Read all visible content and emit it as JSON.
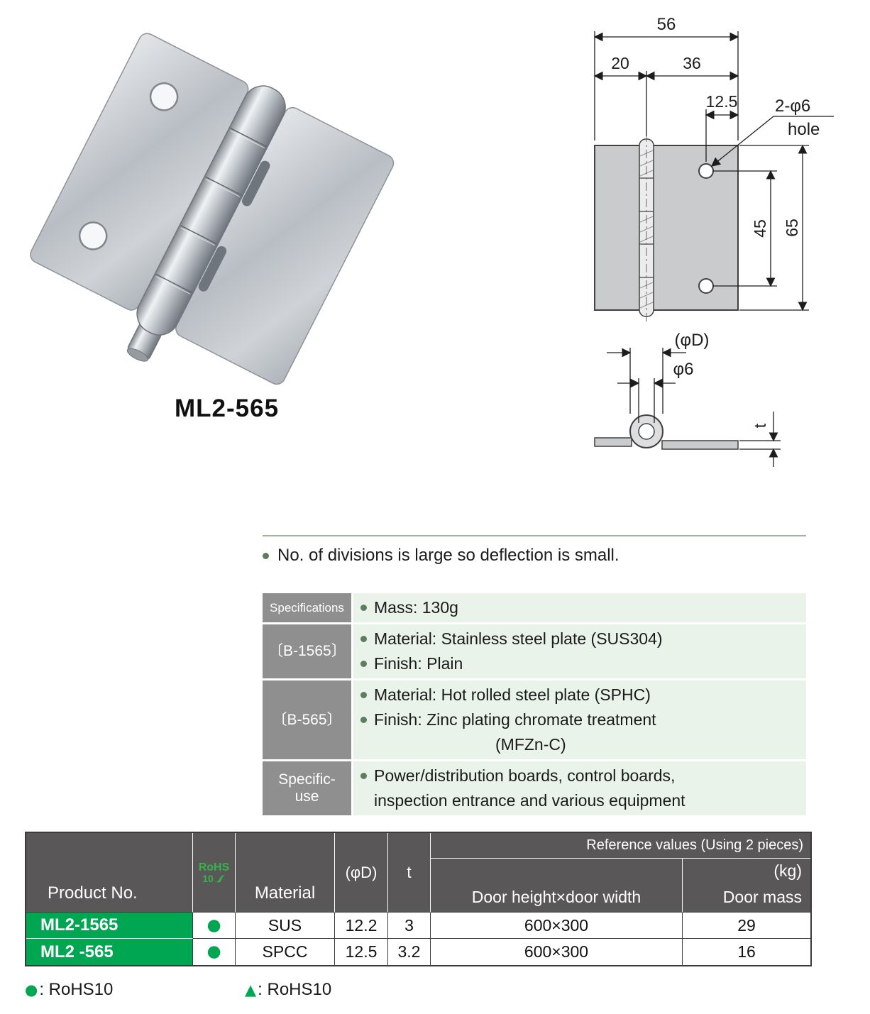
{
  "product": {
    "name": "ML2-565"
  },
  "drawing": {
    "total_width": "56",
    "left_width": "20",
    "right_width": "36",
    "hole_edge_offset": "12.5",
    "hole_callout": "2-φ6",
    "hole_callout_word": "hole",
    "hole_pitch": "45",
    "total_height": "65",
    "barrel_dia": "(φD)",
    "pin_dia": "φ6",
    "thickness_label": "t"
  },
  "feature_note": "No. of divisions is large so deflection is small.",
  "spec_table": {
    "rows": [
      {
        "label": "Specifications",
        "lines": [
          "Mass: 130g"
        ]
      },
      {
        "label": "〔B-1565〕",
        "lines": [
          "Material: Stainless steel plate (SUS304)",
          "Finish: Plain"
        ]
      },
      {
        "label": "〔B-565〕",
        "lines": [
          "Material: Hot rolled steel plate (SPHC)",
          "Finish: Zinc plating chromate treatment",
          "(MFZn-C)"
        ]
      },
      {
        "label": "Specific-use",
        "lines": [
          "Power/distribution boards, control boards,",
          "inspection entrance and various equipment"
        ]
      }
    ]
  },
  "main_table": {
    "headers": {
      "product_no": "Product No.",
      "rohs_line1": "RoHS",
      "rohs_line2": "10",
      "material": "Material",
      "dia": "(φD)",
      "t": "t",
      "reference": "Reference values (Using 2 pieces)",
      "door_size": "Door height×door width",
      "kg": "(kg)",
      "door_mass": "Door mass"
    },
    "rows": [
      {
        "product_no": "ML2-1565",
        "rohs_mark": "●",
        "material": "SUS",
        "dia": "12.2",
        "t": "3",
        "door_size": "600×300",
        "door_mass": "29"
      },
      {
        "product_no": "ML2 -565",
        "rohs_mark": "●",
        "material": "SPCC",
        "dia": "12.5",
        "t": "3.2",
        "door_size": "600×300",
        "door_mass": "16"
      }
    ]
  },
  "legend": {
    "circle_icon": "●",
    "circle_label": ": RoHS10",
    "triangle_icon": "▲",
    "triangle_label": ": RoHS10"
  },
  "colors": {
    "green": "#00a651",
    "header_gray": "#595757",
    "label_gray": "#8f8f8f",
    "content_green": "#e9f3e9"
  }
}
